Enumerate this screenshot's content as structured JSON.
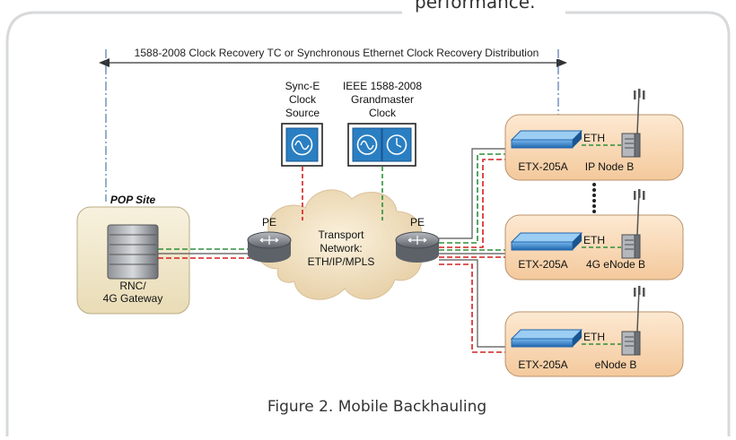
{
  "header_fragment": "performance.",
  "top_label": "1588-2008 Clock Recovery TC or Synchronous Ethernet Clock Recovery Distribution",
  "syncE": {
    "lines": [
      "Sync-E",
      "Clock",
      "Source"
    ]
  },
  "gm": {
    "lines": [
      "IEEE 1588-2008",
      "Grandmaster",
      "Clock"
    ]
  },
  "pop": {
    "title": "POP Site",
    "device_lines": [
      "RNC/",
      "4G Gateway"
    ]
  },
  "pe_left": "PE",
  "pe_right": "PE",
  "transport": {
    "lines": [
      "Transport",
      "Network:",
      "ETH/IP/MPLS"
    ]
  },
  "sites": [
    {
      "etx": "ETX-205A",
      "eth": "ETH",
      "node": "IP Node B"
    },
    {
      "etx": "ETX-205A",
      "eth": "ETH",
      "node": "4G eNode B"
    },
    {
      "etx": "ETX-205A",
      "eth": "ETH",
      "node": "eNode B"
    }
  ],
  "caption": "Figure 2.  Mobile Backhauling",
  "colors": {
    "green": "#2f8f3a",
    "red": "#d42020",
    "site_fill": "#f8d9b8",
    "pop_fill": "#f2ead0",
    "blue_box": "#2a7fc2",
    "link_blue": "#2b5c9a"
  }
}
